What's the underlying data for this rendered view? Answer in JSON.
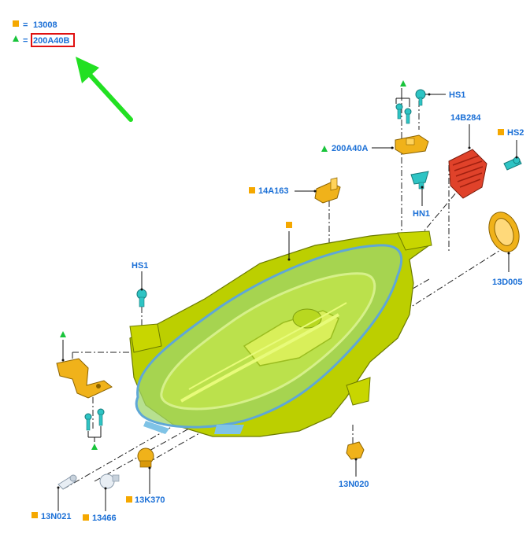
{
  "legend": [
    {
      "marker": "square",
      "equals": "=",
      "code": "13008"
    },
    {
      "marker": "triangle",
      "equals": "=",
      "code": "200A40B",
      "highlighted": true
    }
  ],
  "colors": {
    "label": "#1a6fd6",
    "square_marker": "#f5a800",
    "triangle_marker": "#19c43b",
    "highlight_box": "#e01010",
    "arrow": "#22e022",
    "housing": "#c8d600",
    "lens": "#7fc3e6",
    "fastener": "#2ec4c4",
    "bracket": "#f0b21a",
    "heatsink": "#e0422a"
  },
  "parts": {
    "hs1_top": "HS1",
    "hs2": "HS2",
    "p14b284": "14B284",
    "p200a40a": "200A40A",
    "hn1": "HN1",
    "p14a163": "14A163",
    "p13d005": "13D005",
    "hs1_left": "HS1",
    "p13n020": "13N020",
    "p13k370": "13K370",
    "p13n021": "13N021",
    "p13466": "13466"
  }
}
